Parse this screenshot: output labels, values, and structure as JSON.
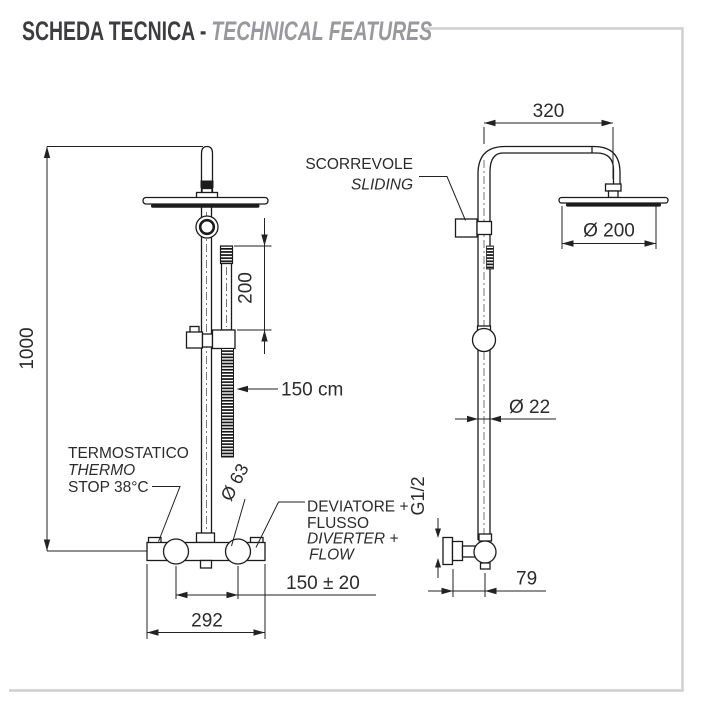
{
  "title": {
    "main": "SCHEDA TECNICA -",
    "sub": "TECHNICAL FEATURES"
  },
  "front_view": {
    "dim_height": "1000",
    "dim_handshower_length": "200",
    "dim_hose_length": "150 cm",
    "label_thermostatic_line1": "TERMOSTATICO",
    "label_thermostatic_line2": "THERMO",
    "label_thermostatic_line3": "STOP 38°C",
    "dim_knob_diameter": "Ø 63",
    "label_diverter_line1": "DEVIATORE +",
    "label_diverter_line2": "FLUSSO",
    "label_diverter_line3": "DIVERTER +",
    "label_diverter_line4": "FLOW",
    "dim_inlet_centers": "150 ± 20",
    "dim_body_width": "292"
  },
  "side_view": {
    "dim_arm_reach": "320",
    "label_sliding_line1": "SCORREVOLE",
    "label_sliding_line2": "SLIDING",
    "dim_head_diameter": "Ø 200",
    "dim_column_diameter": "Ø 22",
    "dim_inlet_thread": "G1/2",
    "dim_wall_distance": "79"
  },
  "colors": {
    "drawing_line": "#1b1b1b",
    "frame": "#cfcfd3",
    "title_main": "#3d3d40",
    "title_sub": "#98989e"
  }
}
